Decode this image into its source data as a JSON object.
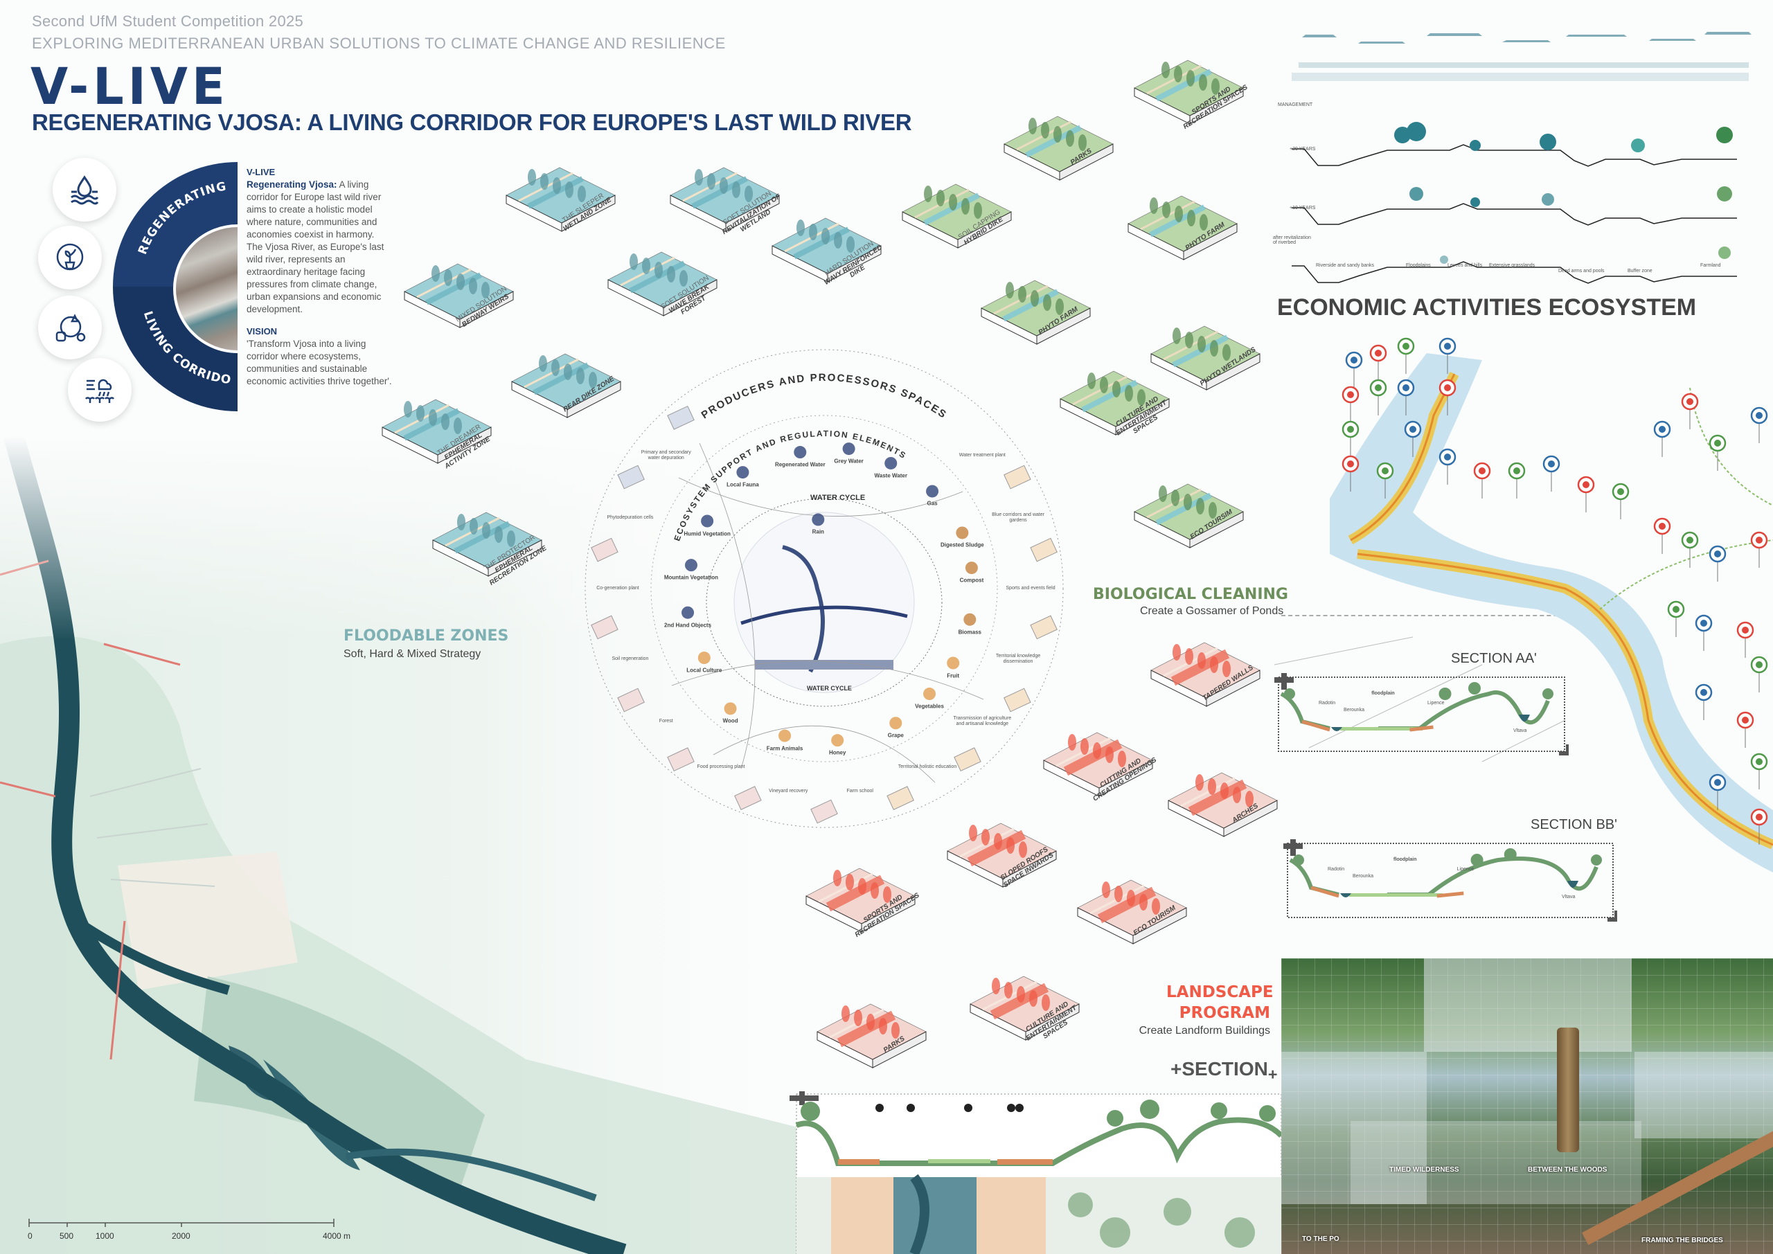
{
  "header": {
    "competition": "Second UfM Student Competition 2025",
    "theme": "EXPLORING MEDITERRANEAN URBAN SOLUTIONS TO CLIMATE CHANGE AND RESILIENCE",
    "logo": "V-LIVE",
    "title": "REGENERATING VJOSA: A LIVING CORRIDOR FOR EUROPE'S LAST WILD RIVER"
  },
  "emblem": {
    "top": "REGENERATING",
    "bottom": "LIVING CORRIDOR",
    "icons": [
      "water-drop-icon",
      "globe-plant-icon",
      "ecosystem-cycle-icon",
      "weather-crops-icon"
    ]
  },
  "intro": {
    "heading": "V-LIVE",
    "lead": "Regenerating Vjosa:",
    "body": "A living corridor for Europe last wild river aims to create a holistic model where nature, communities and aconomies coexist in harmony. The Vjosa River, as Europe's last wild river, represents an extraordinary heritage facing pressures from climate change, urban expansions and economic development.",
    "vision_heading": "VISION",
    "vision": "'Transform Vjosa into a living corridor where ecosystems, communities and sustainable economic activities thrive together'."
  },
  "floodable": {
    "title": "FLOODABLE ZONES",
    "subtitle": "Soft, Hard & Mixed Strategy",
    "blocks": [
      {
        "sub": "THE SLEEPER",
        "main": "WETLAND ZONE"
      },
      {
        "sub": "SOFT SOLUTION",
        "main": "REVITALIZATION OF WETLAND"
      },
      {
        "sub": "MIXED SOLUTION",
        "main": "BEDWAY WEIRS"
      },
      {
        "sub": "SOFT SOLUTION",
        "main": "WAVE BREAK FOREST"
      },
      {
        "sub": "HARD SOLUTION",
        "main": "WAVY REINFORCED DIKE"
      },
      {
        "sub": "",
        "main": "REAR DIKE ZONE"
      },
      {
        "sub": "THE DREAMER",
        "main": "EPHEMERAL ACTIVITY ZONE"
      },
      {
        "sub": "THE PROTECTOR",
        "main": "EPHEMERAL RECREATION ZONE"
      }
    ]
  },
  "biological": {
    "title": "BIOLOGICAL CLEANING",
    "subtitle": "Create a Gossamer of Ponds",
    "blocks": [
      {
        "sub": "SOIL CAPPING",
        "main": "HYBRID DIKE"
      },
      {
        "sub": "",
        "main": "PARKS"
      },
      {
        "sub": "",
        "main": "SPORTS AND RECREATION SPACES"
      },
      {
        "sub": "",
        "main": "PHYTO FARM"
      },
      {
        "sub": "",
        "main": "PHYTO FARM"
      },
      {
        "sub": "",
        "main": "CULTURE AND ENTERTAINMENT SPACES"
      },
      {
        "sub": "",
        "main": "PHYTO WETLANDS"
      },
      {
        "sub": "",
        "main": "ECO TOURSIM"
      }
    ]
  },
  "landscape": {
    "title1": "LANDSCAPE",
    "title2": "PROGRAM",
    "subtitle": "Create Landform Buildings",
    "blocks": [
      {
        "sub": "",
        "main": "TAPERED WALLS"
      },
      {
        "sub": "",
        "main": "CUTTING AND CREATING OPENINGS"
      },
      {
        "sub": "",
        "main": "ARCHES"
      },
      {
        "sub": "",
        "main": "SLOPED ROOFS SPACE INWARDS"
      },
      {
        "sub": "",
        "main": "ECO TOURISM"
      },
      {
        "sub": "",
        "main": "SPORTS AND RECREATION SPACES"
      },
      {
        "sub": "",
        "main": "CULTURE AND ENTERTAINMENT SPACES"
      },
      {
        "sub": "",
        "main": "PARKS"
      }
    ]
  },
  "cycle": {
    "outer": "PRODUCERS AND PROCESSORS SPACES",
    "inner": "ECOSYSTEM SUPPORT AND REGULATION ELEMENTS",
    "water_top": "WATER CYCLE",
    "water_bottom": "WATER CYCLE",
    "items": [
      "Regenerated Water",
      "Grey Water",
      "Waste Water",
      "Gas",
      "Digested Sludge",
      "Compost",
      "Biomass",
      "Fruit",
      "Vegetables",
      "Grape",
      "Honey",
      "Farm Animals",
      "Wood",
      "Local Culture",
      "2nd Hand Objects",
      "Mountain Vegetation",
      "Humid Vegetation",
      "Local Fauna",
      "Rain"
    ],
    "spaces": [
      "Water treatment plant",
      "Blue corridors and water gardens",
      "Sports and events field",
      "Territorial knowledge dissemination",
      "Transmission of agriculture and artisanal knowledge",
      "Territorial holistic education",
      "Farm school",
      "Vineyard recovery",
      "Food processing plant",
      "Forest",
      "Soil regeneration",
      "Co-generation plant",
      "Phytodepuration cells",
      "Primary and secondary water depuration"
    ]
  },
  "timeline": {
    "rows": [
      "MANAGEMENT",
      "+20 YEARS",
      "+10 YEARS",
      "after revitalization of riverbed"
    ],
    "zones": [
      "Riverside and sandy banks",
      "Floodplains",
      "Levees and hills",
      "Extensive grasslands",
      "Dead arms and pools",
      "Buffer zone",
      "Farmland"
    ]
  },
  "economic": {
    "title": "ECONOMIC ACTIVITIES ECOSYSTEM"
  },
  "sections": {
    "aa": "SECTION AA'",
    "bb": "SECTION BB'",
    "main": "SECTION",
    "labels": {
      "floodplain": "floodplain",
      "left": "Radotin",
      "river": "Berounka",
      "right": "Lipence",
      "far": "Vltava"
    }
  },
  "render": {
    "labels": [
      "TIMED WILDERNESS",
      "BETWEEN THE WOODS",
      "TO THE PO",
      "FRAMING THE BRIDGES"
    ]
  },
  "scalebar": {
    "ticks": [
      "0",
      "500",
      "1000",
      "2000",
      "4000 m"
    ]
  },
  "colors": {
    "navy": "#1f3f73",
    "flood": "#7fb0b3",
    "bio": "#6d8f5c",
    "landscape": "#ef5b47"
  }
}
